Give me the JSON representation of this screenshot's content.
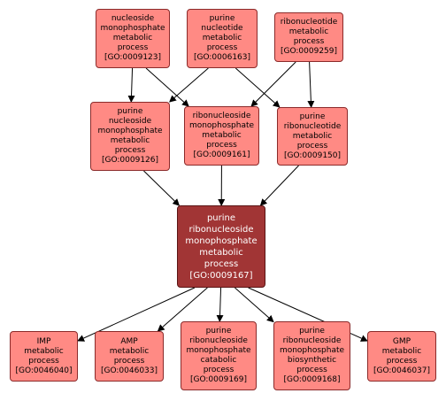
{
  "nodes": {
    "n9123": {
      "lines": [
        "nucleoside",
        "monophosphate",
        "metabolic",
        "process",
        "[GO:0009123]"
      ]
    },
    "n6163": {
      "lines": [
        "purine",
        "nucleotide",
        "metabolic",
        "process",
        "[GO:0006163]"
      ]
    },
    "n9259": {
      "lines": [
        "ribonucleotide",
        "metabolic",
        "process",
        "[GO:0009259]"
      ]
    },
    "n9126": {
      "lines": [
        "purine",
        "nucleoside",
        "monophosphate",
        "metabolic",
        "process",
        "[GO:0009126]"
      ]
    },
    "n9161": {
      "lines": [
        "ribonucleoside",
        "monophosphate",
        "metabolic",
        "process",
        "[GO:0009161]"
      ]
    },
    "n9150": {
      "lines": [
        "purine",
        "ribonucleotide",
        "metabolic",
        "process",
        "[GO:0009150]"
      ]
    },
    "n9167": {
      "lines": [
        "purine",
        "ribonucleoside",
        "monophosphate",
        "metabolic",
        "process",
        "[GO:0009167]"
      ]
    },
    "n46040": {
      "lines": [
        "IMP",
        "metabolic",
        "process",
        "[GO:0046040]"
      ]
    },
    "n46033": {
      "lines": [
        "AMP",
        "metabolic",
        "process",
        "[GO:0046033]"
      ]
    },
    "n9169": {
      "lines": [
        "purine",
        "ribonucleoside",
        "monophosphate",
        "catabolic",
        "process",
        "[GO:0009169]"
      ]
    },
    "n9168": {
      "lines": [
        "purine",
        "ribonucleoside",
        "monophosphate",
        "biosynthetic",
        "process",
        "[GO:0009168]"
      ]
    },
    "n46037": {
      "lines": [
        "GMP",
        "metabolic",
        "process",
        "[GO:0046037]"
      ]
    }
  },
  "edges": [
    {
      "from": "n9123",
      "to": "n9126"
    },
    {
      "from": "n9123",
      "to": "n9161"
    },
    {
      "from": "n6163",
      "to": "n9126"
    },
    {
      "from": "n6163",
      "to": "n9150"
    },
    {
      "from": "n9259",
      "to": "n9161"
    },
    {
      "from": "n9259",
      "to": "n9150"
    },
    {
      "from": "n9126",
      "to": "n9167"
    },
    {
      "from": "n9161",
      "to": "n9167"
    },
    {
      "from": "n9150",
      "to": "n9167"
    },
    {
      "from": "n9167",
      "to": "n46040"
    },
    {
      "from": "n9167",
      "to": "n46033"
    },
    {
      "from": "n9167",
      "to": "n9169"
    },
    {
      "from": "n9167",
      "to": "n9168"
    },
    {
      "from": "n9167",
      "to": "n46037"
    }
  ],
  "colors": {
    "node_fill": "#ff8a84",
    "focus_fill": "#a13535",
    "border": "#8b2a2a",
    "edge": "#000000"
  }
}
